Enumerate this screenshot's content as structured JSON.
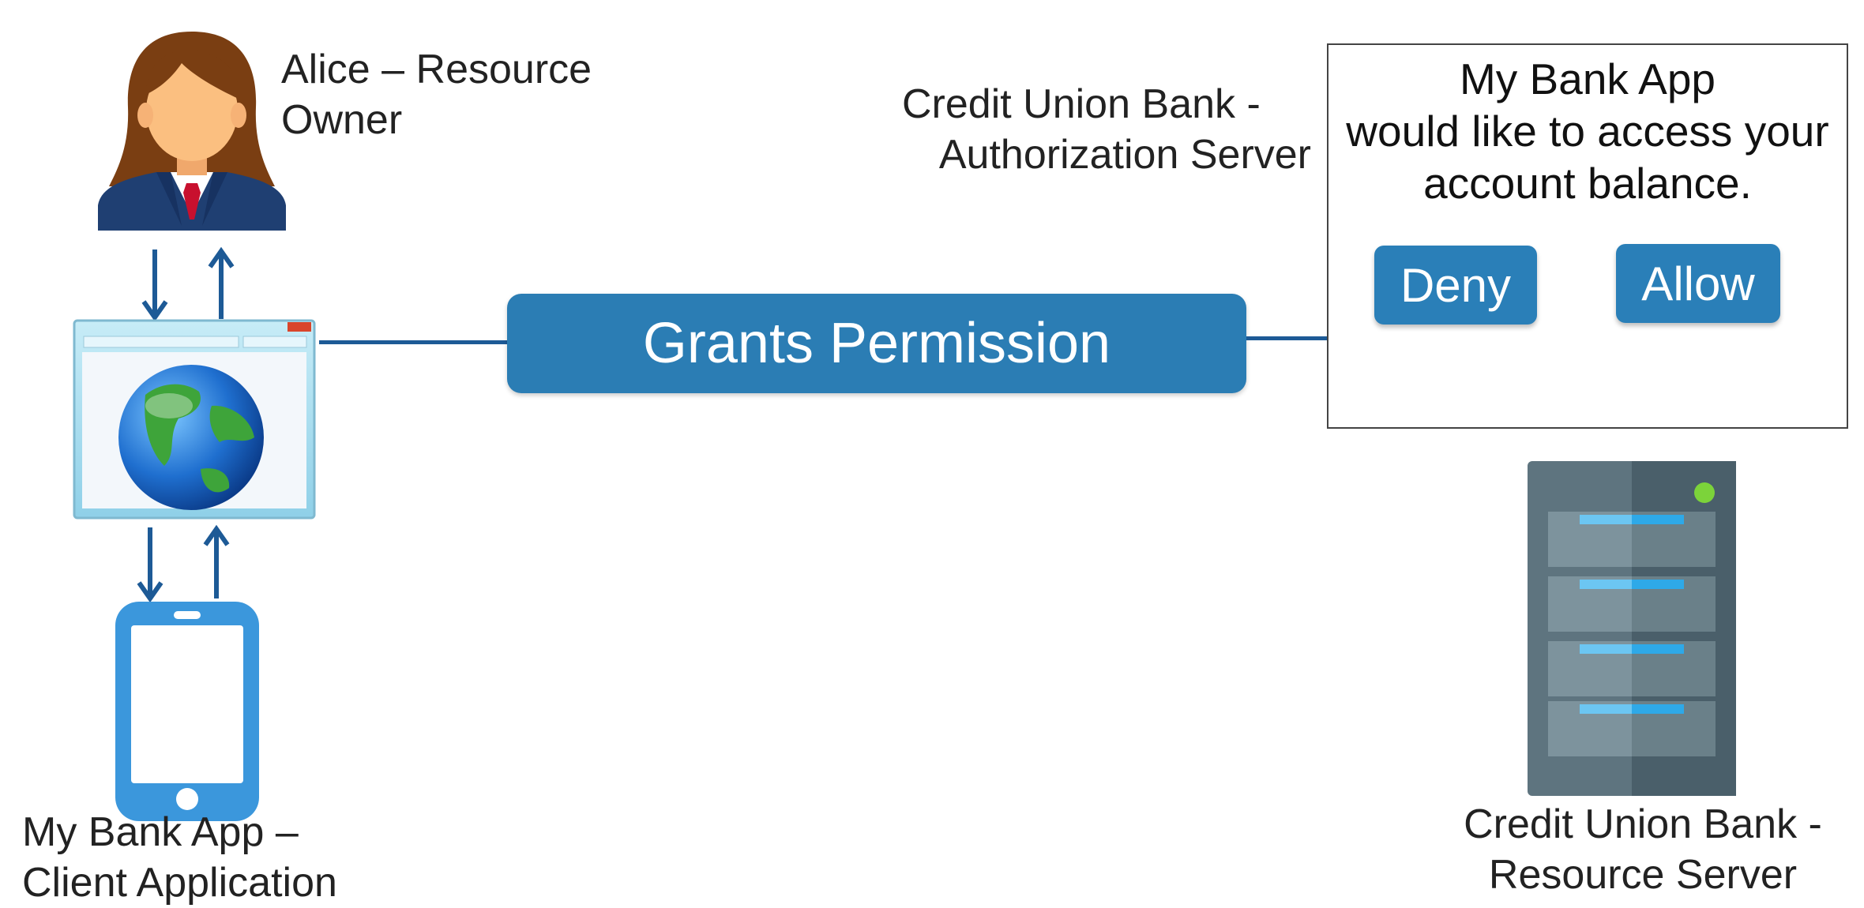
{
  "colors": {
    "accent": "#2b7db4",
    "arrow": "#1d5a96",
    "phone": "#3b97dc",
    "server_dark": "#4a5f6a",
    "server_light": "#5e747f",
    "server_led": "#7cd33a"
  },
  "resource_owner": {
    "label_line1": "Alice – Resource",
    "label_line2": "Owner",
    "icon": "businesswoman-icon"
  },
  "browser": {
    "icon": "browser-globe-icon"
  },
  "client": {
    "label_line1": "My Bank App –",
    "label_line2": "Client Application",
    "icon": "smartphone-icon"
  },
  "auth_server": {
    "label_line1": "Credit Union  Bank -",
    "label_line2": "Authorization Server"
  },
  "consent_dialog": {
    "line1": "My Bank App",
    "line2": "would like to access your",
    "line3": "account balance.",
    "deny_label": "Deny",
    "allow_label": "Allow"
  },
  "grants": {
    "label": "Grants Permission"
  },
  "resource_server": {
    "label_line1": "Credit Union  Bank -",
    "label_line2": "Resource Server",
    "icon": "server-rack-icon"
  }
}
